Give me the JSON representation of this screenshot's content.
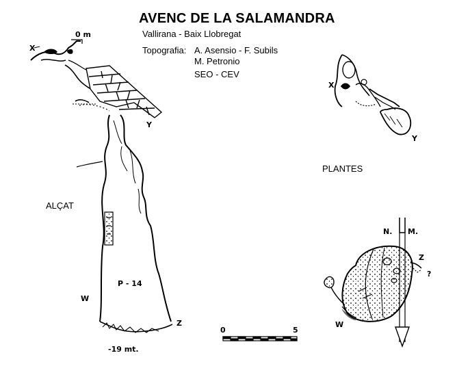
{
  "title": "AVENC DE LA SALAMANDRA",
  "location": "Vallirana - Baix Llobregat",
  "survey_label": "Topografia:",
  "surveyors_line1": "A. Asensio - F. Subils",
  "surveyors_line2": "M. Petronio",
  "club": "SEO - CEV",
  "section_label": "ALÇAT",
  "plans_label": "PLANTES",
  "elevation": {
    "top_depth": "0 m",
    "bottom_depth": "-19 mt.",
    "pit": "P - 14",
    "points": [
      "X",
      "Y",
      "W",
      "Z"
    ]
  },
  "plan_upper": {
    "points": [
      "X",
      "Y"
    ]
  },
  "plan_lower": {
    "points": [
      "W",
      "Z"
    ],
    "north_magnetic": "N.",
    "north_label": "M.",
    "unknown": "?"
  },
  "scale": {
    "start": "0",
    "end": "5"
  }
}
